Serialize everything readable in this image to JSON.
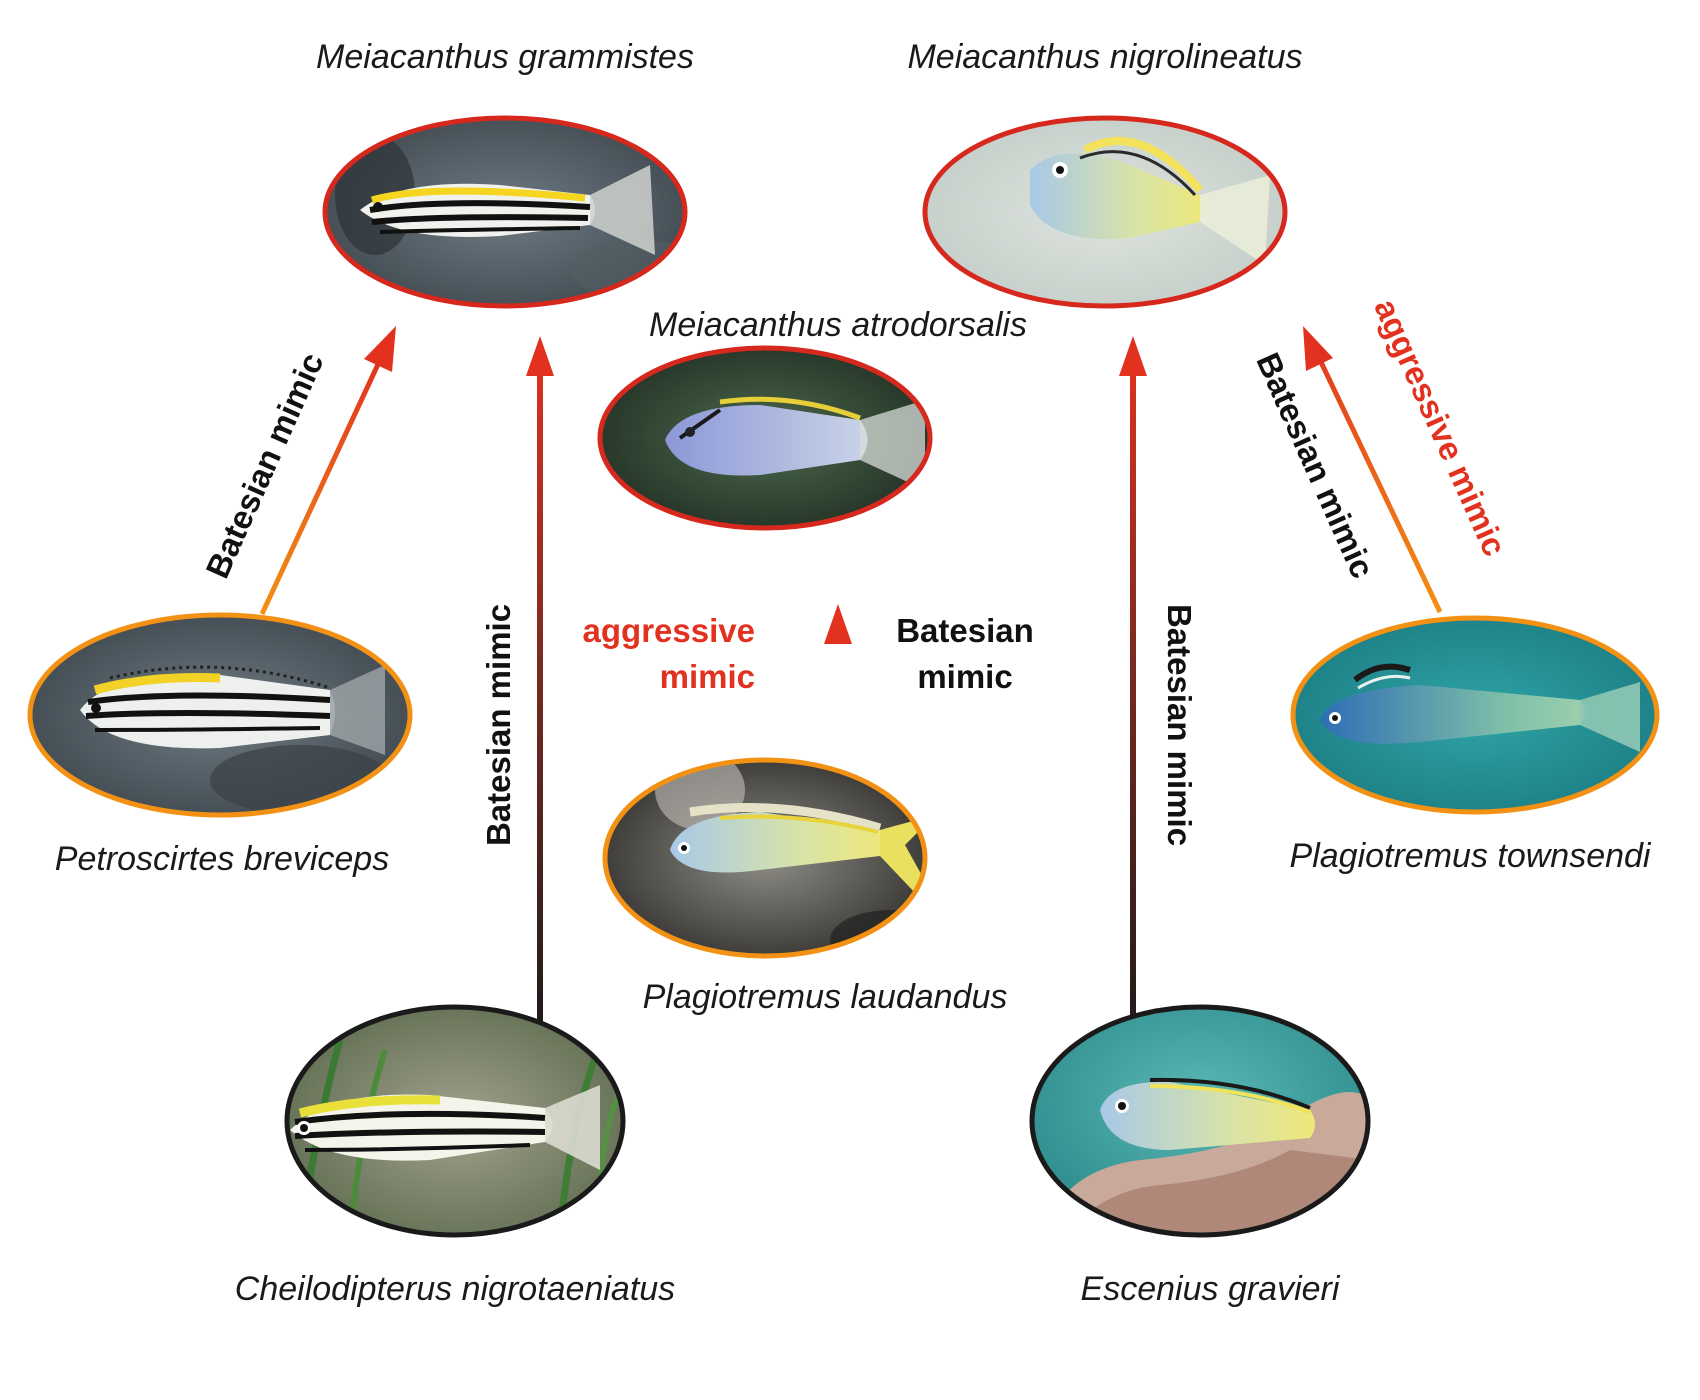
{
  "colors": {
    "model_ring": "#d6281d",
    "mimic_ring": "#f29114",
    "other_ring": "#1a1a1a",
    "arrow_red": "#e2321f",
    "arrow_orange": "#f29114",
    "label_black": "#111111",
    "label_red": "#e2321f"
  },
  "species": {
    "grammistes": "Meiacanthus grammistes",
    "nigrolineatus": "Meiacanthus nigrolineatus",
    "atrodorsalis": "Meiacanthus atrodorsalis",
    "breviceps": "Petroscirtes breviceps",
    "laudandus": "Plagiotremus laudandus",
    "townsendi": "Plagiotremus townsendi",
    "nigrotaeniatus": "Cheilodipterus nigrotaeniatus",
    "gravieri": "Escenius gravieri"
  },
  "relations": {
    "batesian": "Batesian mimic",
    "aggressive": "aggressive mimic",
    "aggressive_word": "aggressive",
    "batesian_word": "Batesian",
    "mimic_word": "mimic"
  }
}
